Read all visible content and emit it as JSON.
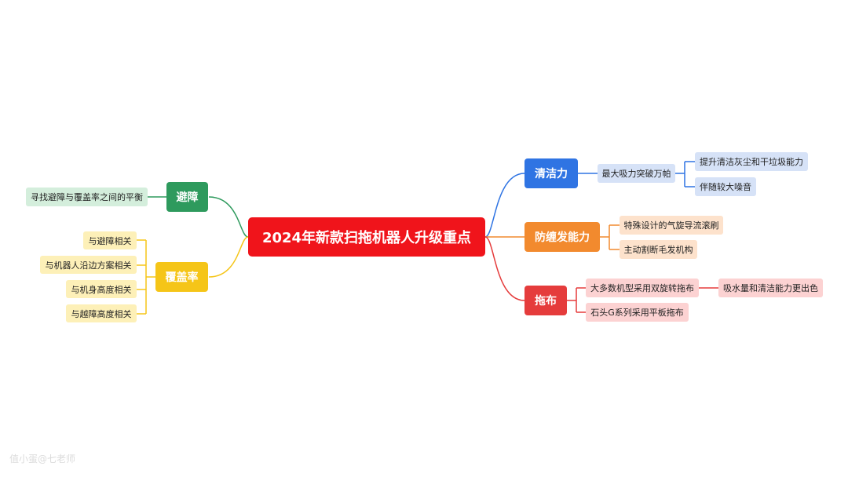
{
  "root": "2024年新款扫拖机器人升级重点",
  "colors": {
    "root": "#f0141b",
    "avoid": "#2e9a5d",
    "coverage": "#f5c518",
    "clean": "#2f74e3",
    "tangle": "#f28a2e",
    "mop": "#e53c3c"
  },
  "branches": {
    "avoid": {
      "label": "避障",
      "children": [
        "寻找避障与覆盖率之间的平衡"
      ]
    },
    "coverage": {
      "label": "覆盖率",
      "children": [
        "与避障相关",
        "与机器人沿边方案相关",
        "与机身高度相关",
        "与越障高度相关"
      ]
    },
    "clean": {
      "label": "清洁力",
      "child": "最大吸力突破万帕",
      "grandchildren": [
        "提升清洁灰尘和干垃圾能力",
        "伴随较大噪音"
      ]
    },
    "tangle": {
      "label": "防缠发能力",
      "children": [
        "特殊设计的气旋导流滚刷",
        "主动割断毛发机构"
      ]
    },
    "mop": {
      "label": "拖布",
      "children": [
        "大多数机型采用双旋转拖布",
        "石头G系列采用平板拖布"
      ],
      "grandchild": "吸水量和清洁能力更出色"
    }
  },
  "watermark": "值小蛋@七老师"
}
